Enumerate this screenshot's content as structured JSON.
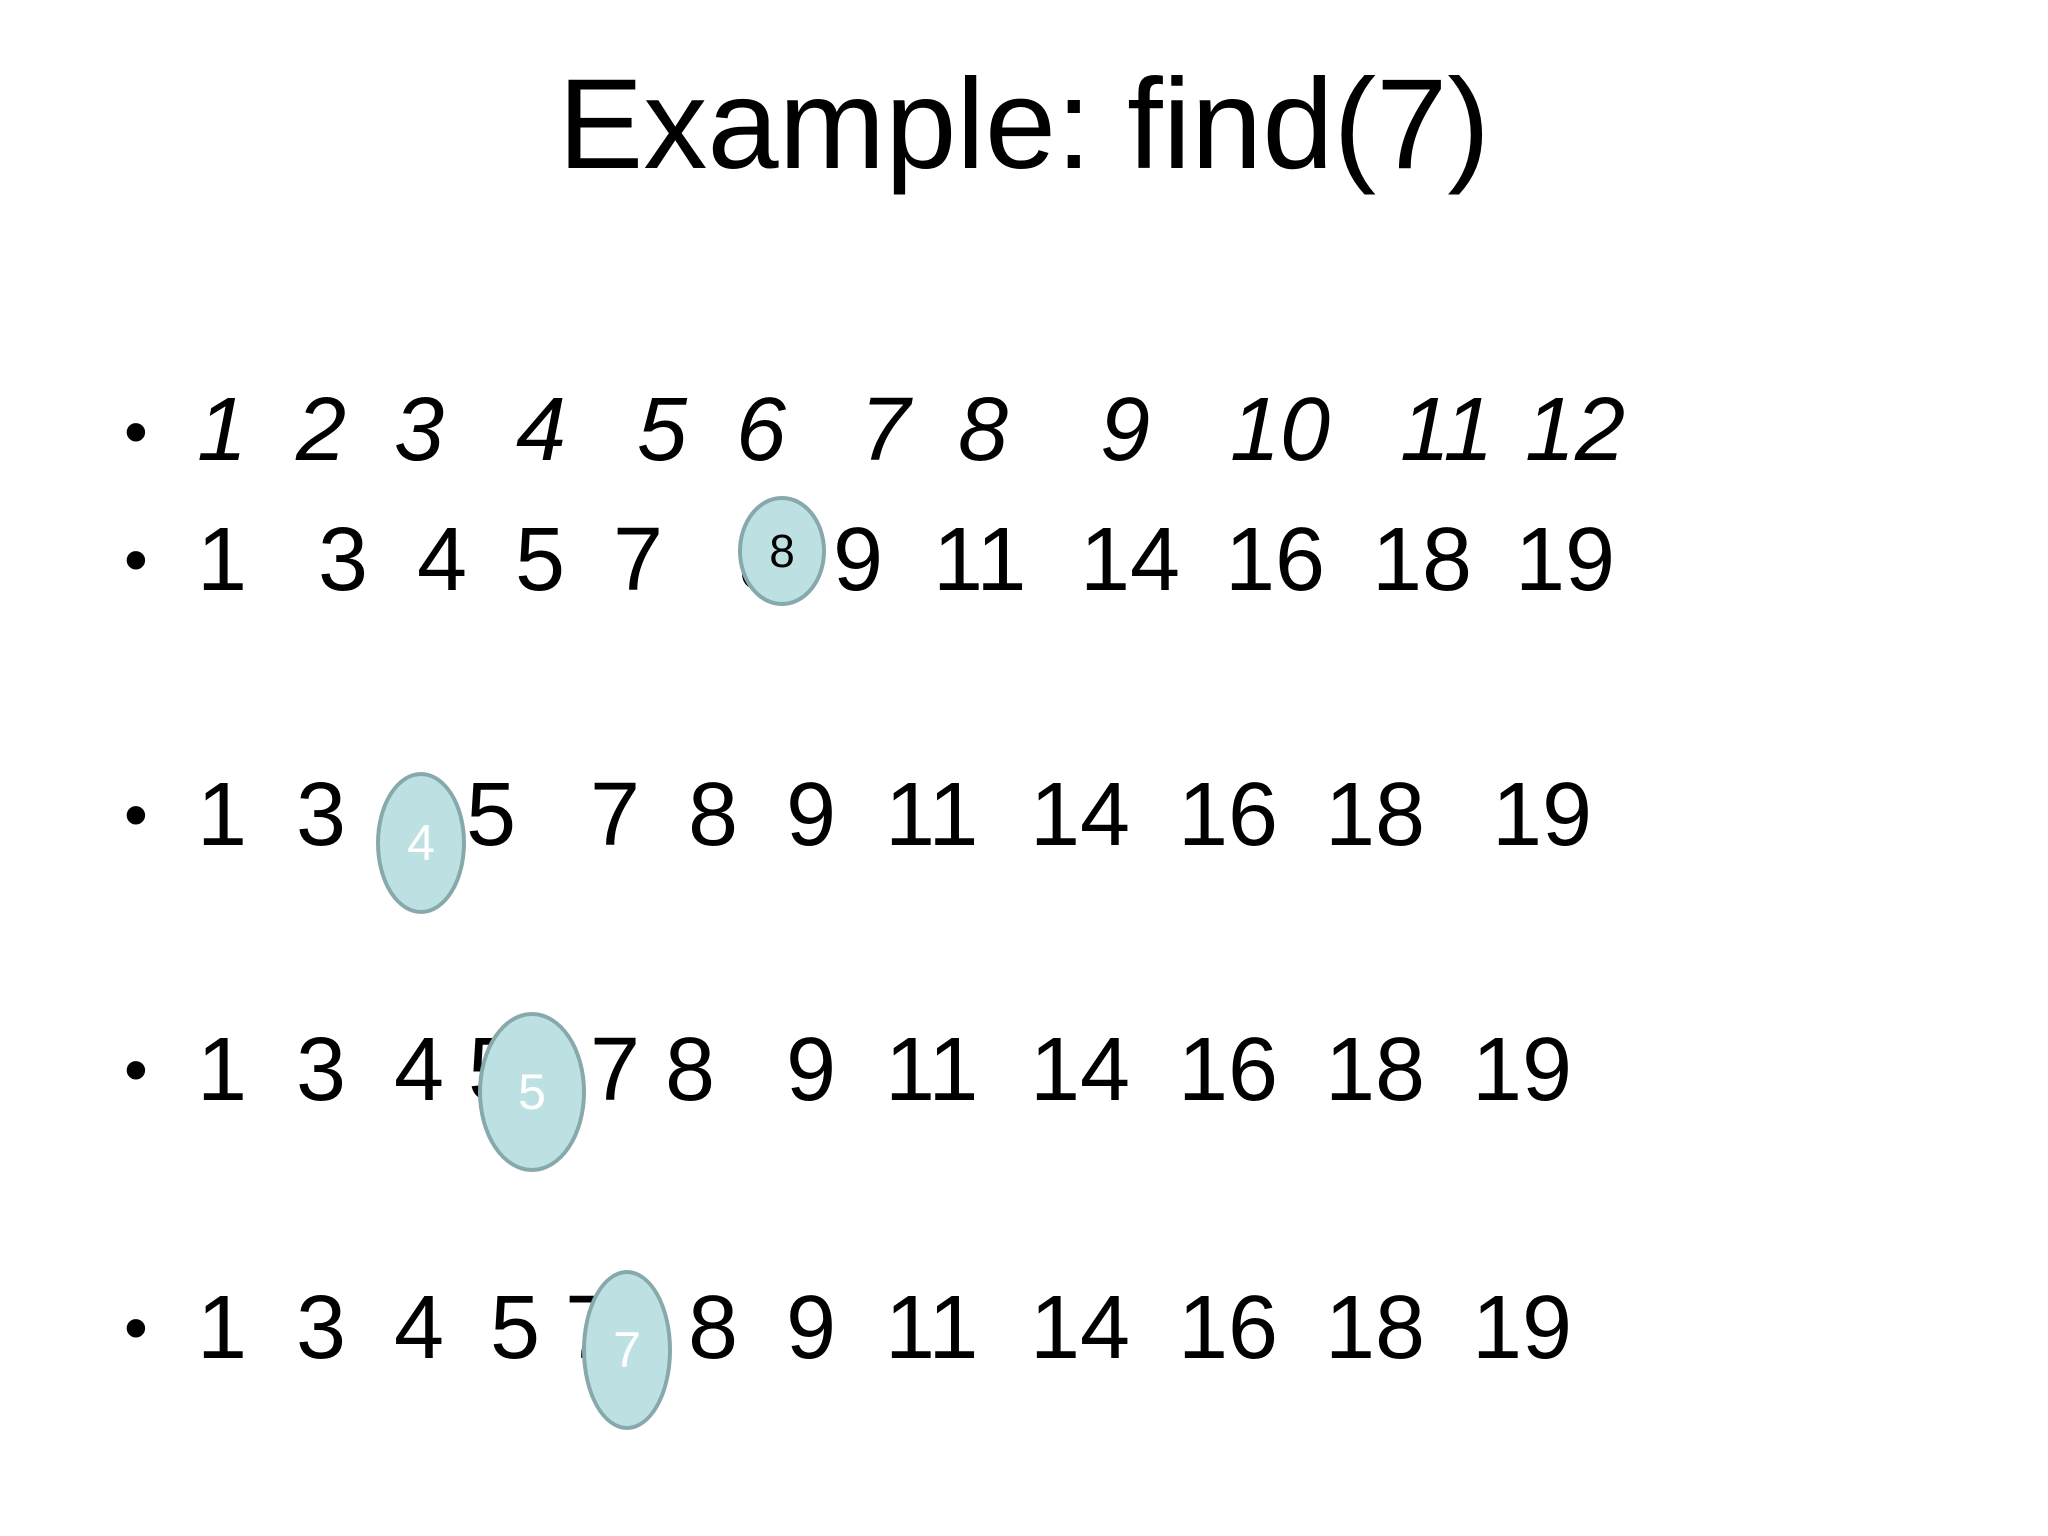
{
  "slide": {
    "title": "Example: find(7)",
    "bullet_symbol": "•",
    "rows": [
      {
        "italic": true,
        "tokens": [
          "1",
          "2",
          "3",
          "4",
          "5",
          "6",
          "7",
          "8",
          "9",
          "10",
          "11",
          "12"
        ]
      },
      {
        "italic": false,
        "tokens": [
          "1",
          "3",
          "4",
          "5",
          "7",
          "8",
          "9",
          "11",
          "14",
          "16",
          "18",
          "19"
        ]
      },
      {
        "italic": false,
        "tokens": [
          "1",
          "3",
          "4",
          "5",
          "7",
          "8",
          "9",
          "11",
          "14",
          "16",
          "18",
          "19"
        ]
      },
      {
        "italic": false,
        "tokens": [
          "1",
          "3",
          "4",
          "5",
          "7",
          "8",
          "9",
          "11",
          "14",
          "16",
          "18",
          "19"
        ]
      },
      {
        "italic": false,
        "tokens": [
          "1",
          "3",
          "4",
          "5",
          "7",
          "8",
          "9",
          "11",
          "14",
          "16",
          "18",
          "19"
        ]
      }
    ],
    "markers": [
      {
        "row": 1,
        "label": "8"
      },
      {
        "row": 2,
        "label": "4"
      },
      {
        "row": 3,
        "label": "5"
      },
      {
        "row": 4,
        "label": "7"
      }
    ],
    "colors": {
      "marker_fill": "#bde1e3",
      "marker_border": "#87a9ab",
      "text": "#000000"
    }
  }
}
